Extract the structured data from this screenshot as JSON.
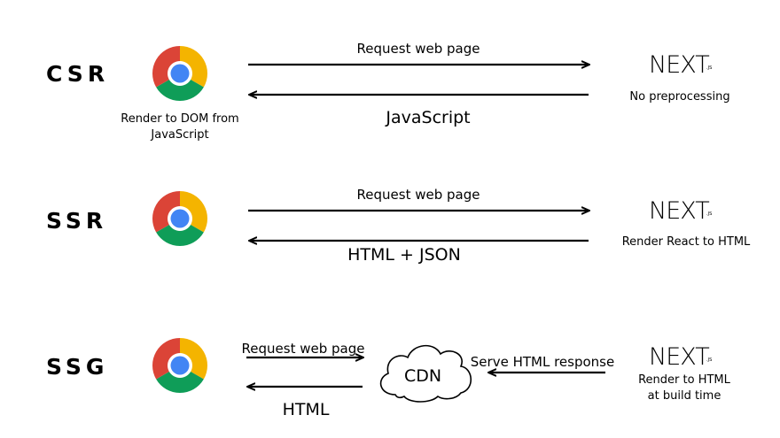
{
  "colors": {
    "chrome_red": "#db4437",
    "chrome_green": "#0f9d58",
    "chrome_yellow": "#f4b400",
    "chrome_blue": "#4285f4"
  },
  "rows": {
    "csr": {
      "label": "CSR",
      "browser_caption_1": "Render to DOM from",
      "browser_caption_2": "JavaScript",
      "request_label": "Request web page",
      "response_label": "JavaScript",
      "server_caption": "No preprocessing"
    },
    "ssr": {
      "label": "SSR",
      "request_label": "Request web page",
      "response_label": "HTML + JSON",
      "server_caption": "Render React to HTML"
    },
    "ssg": {
      "label": "SSG",
      "request_label": "Request web page",
      "response_label": "HTML",
      "cdn_label": "CDN",
      "serve_label": "Serve HTML response",
      "server_caption_1": "Render to HTML",
      "server_caption_2": "at build time"
    }
  },
  "logo": {
    "main": "NEXT",
    "sub": ".JS"
  }
}
